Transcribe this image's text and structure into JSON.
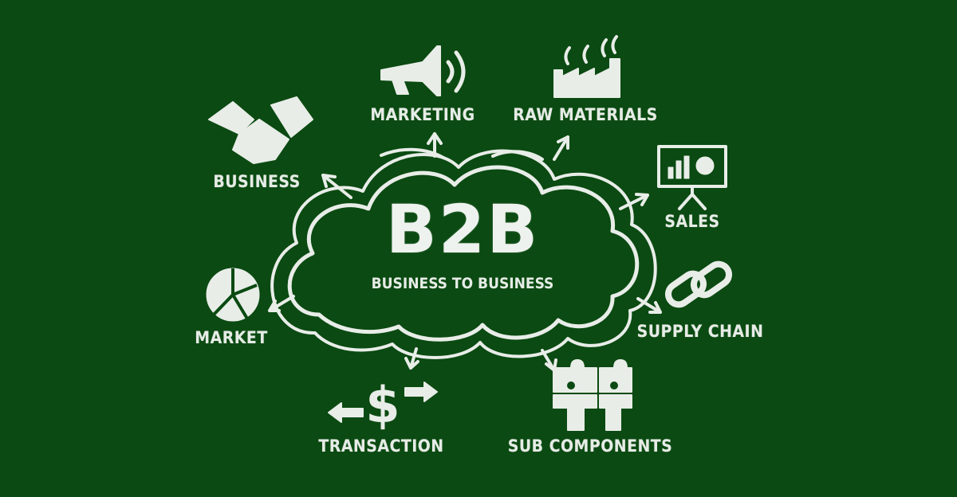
{
  "center": {
    "title": "B2B",
    "subtitle": "BUSINESS TO BUSINESS"
  },
  "nodes": [
    {
      "id": "business",
      "label": "BUSINESS",
      "icon": "handshake-icon"
    },
    {
      "id": "marketing",
      "label": "MARKETING",
      "icon": "megaphone-icon"
    },
    {
      "id": "raw-materials",
      "label": "RAW MATERIALS",
      "icon": "factory-icon"
    },
    {
      "id": "sales",
      "label": "SALES",
      "icon": "presentation-board-icon"
    },
    {
      "id": "supply-chain",
      "label": "SUPPLY CHAIN",
      "icon": "chain-link-icon"
    },
    {
      "id": "sub-components",
      "label": "SUB COMPONENTS",
      "icon": "puzzle-pieces-icon"
    },
    {
      "id": "transaction",
      "label": "TRANSACTION",
      "icon": "dollar-exchange-icon"
    },
    {
      "id": "market",
      "label": "MARKET",
      "icon": "pie-chart-icon"
    }
  ],
  "colors": {
    "background": "#0b4a12",
    "chalk": "#e8ede8"
  }
}
